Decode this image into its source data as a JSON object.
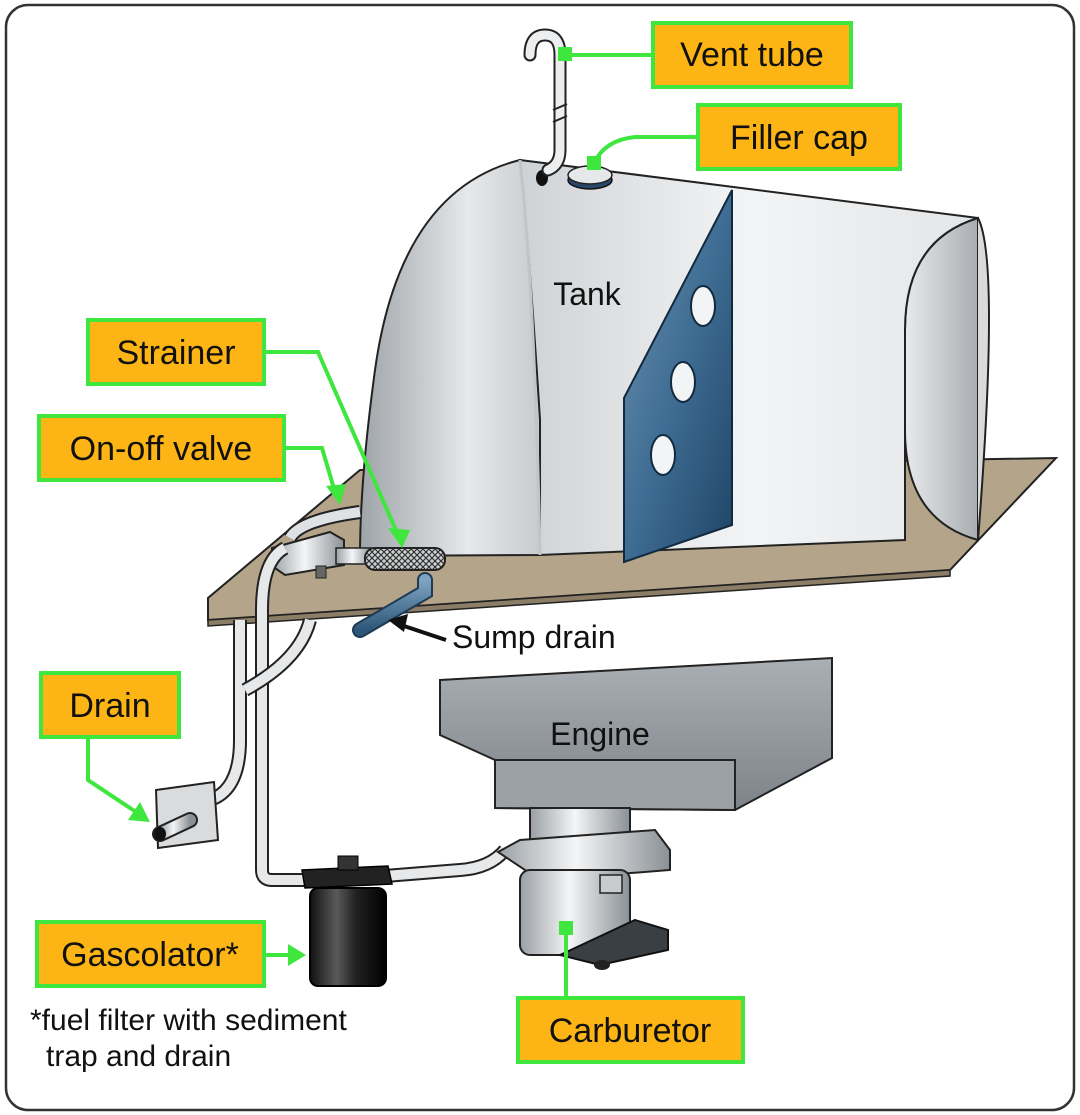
{
  "labels": {
    "vent_tube": "Vent tube",
    "filler_cap": "Filler cap",
    "tank": "Tank",
    "strainer": "Strainer",
    "on_off_valve": "On-off valve",
    "sump_drain": "Sump drain",
    "drain": "Drain",
    "engine": "Engine",
    "gascolator": "Gascolator*",
    "carburetor": "Carburetor"
  },
  "footnote": {
    "line1": "*fuel filter with sediment",
    "line2": "trap and drain"
  },
  "colors": {
    "label_fill": "#fdb515",
    "label_border": "#3ee63e",
    "leader_line": "#3ee63e",
    "baffle": "#3f6d93",
    "platform": "#b3a48a",
    "engine": "#8e9499"
  }
}
